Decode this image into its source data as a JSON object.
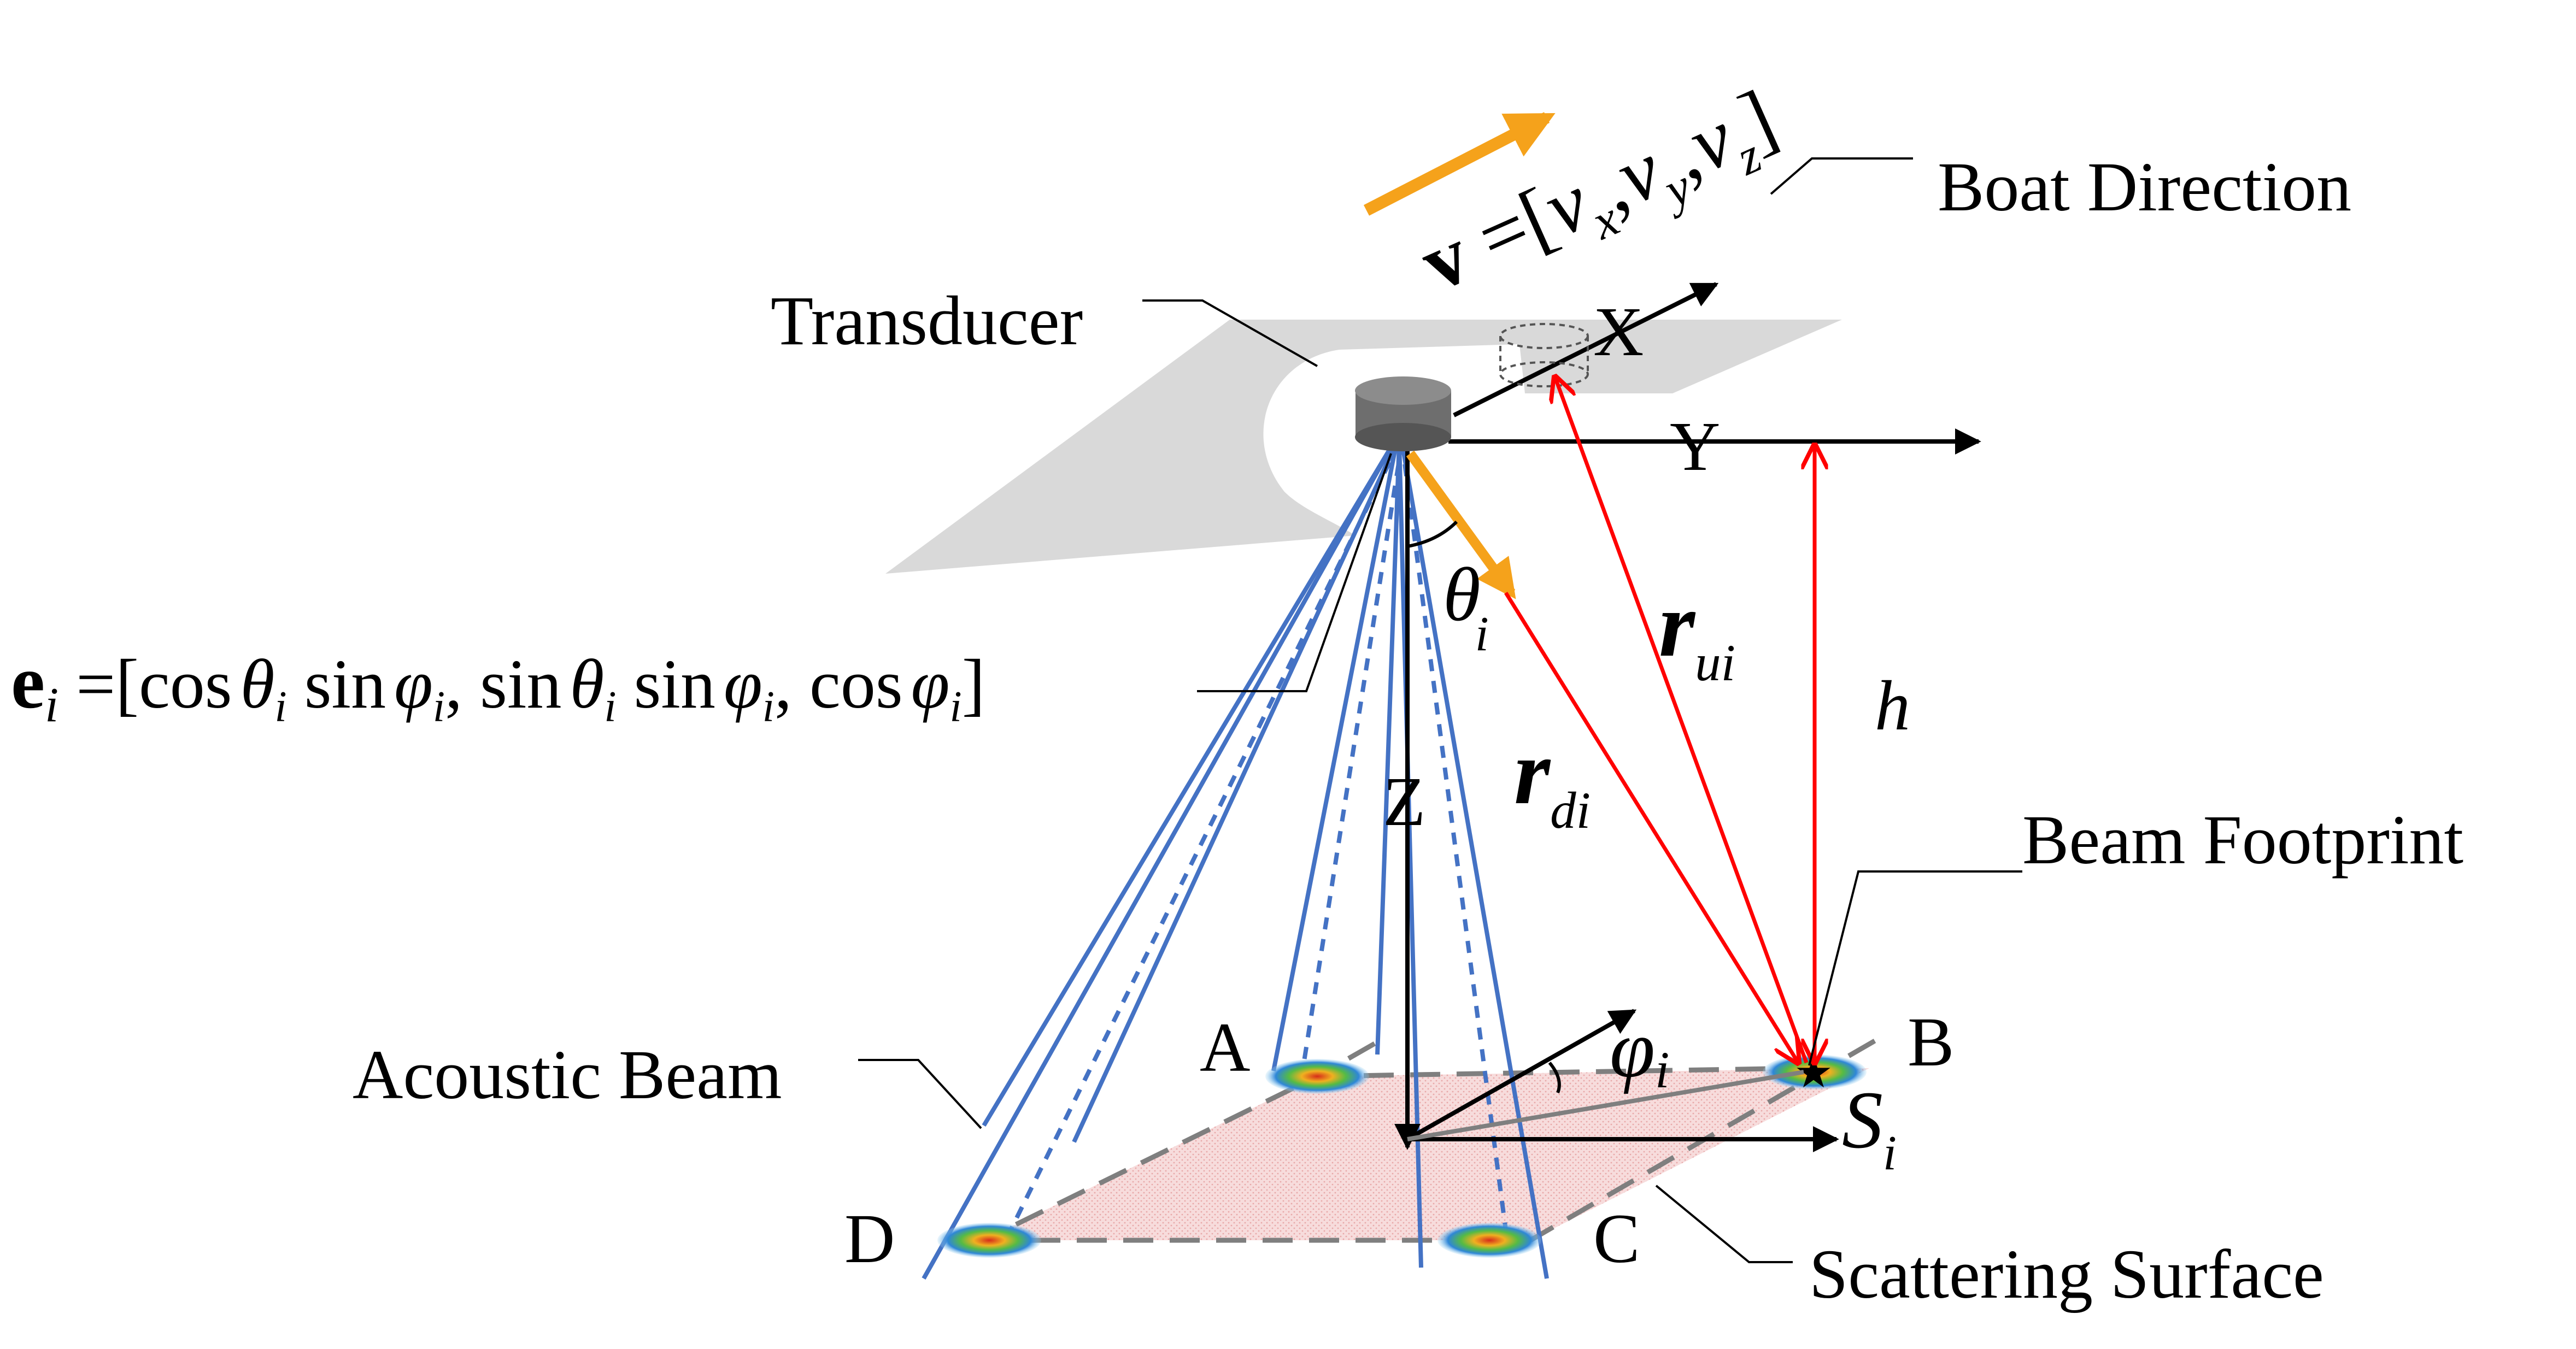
{
  "labels": {
    "boat_direction": "Boat Direction",
    "transducer": "Transducer",
    "beam_footprint": "Beam Footprint",
    "acoustic_beam": "Acoustic Beam",
    "scattering_surface": "Scattering Surface"
  },
  "axes": {
    "x": "X",
    "y": "Y",
    "z": "Z"
  },
  "corners": {
    "a": "A",
    "b": "B",
    "c": "C",
    "d": "D"
  },
  "velocity": {
    "bold": "v",
    "eq": " =[",
    "v1": "v",
    "s1": "x",
    "v2": "v",
    "s2": "y",
    "v3": "v",
    "s3": "z",
    "close": "]",
    "comma": ","
  },
  "symbols": {
    "theta": "θ",
    "theta_sub": "i",
    "phi": "φ",
    "phi_sub": "i",
    "r": "r",
    "r_up_sub": "ui",
    "r_down_sub": "di",
    "h": "h",
    "s": "S",
    "s_sub": "i"
  },
  "equation": {
    "e": "e",
    "e_sub": "i",
    "eq_open": " =[cos",
    "theta1": "θ",
    "i1": "i",
    "sin1": " sin",
    "phi1": "φ",
    "i2": "i",
    "sep1": ", sin",
    "theta2": "θ",
    "i3": "i",
    "sin2": " sin",
    "phi2": "φ",
    "i4": "i",
    "sep2": ", cos",
    "phi3": "φ",
    "i5": "i",
    "close": "]"
  },
  "colors": {
    "beam": "#4472C4",
    "range": "#FF0000",
    "velocity_arrow": "#F5A21B",
    "boat": "#D9D9D9",
    "surface_fill": "#F6D9D9",
    "transducer": "#6E6E6E"
  },
  "icons": [
    "transducer-icon",
    "boat-outline",
    "footprint-blob",
    "star-marker"
  ]
}
